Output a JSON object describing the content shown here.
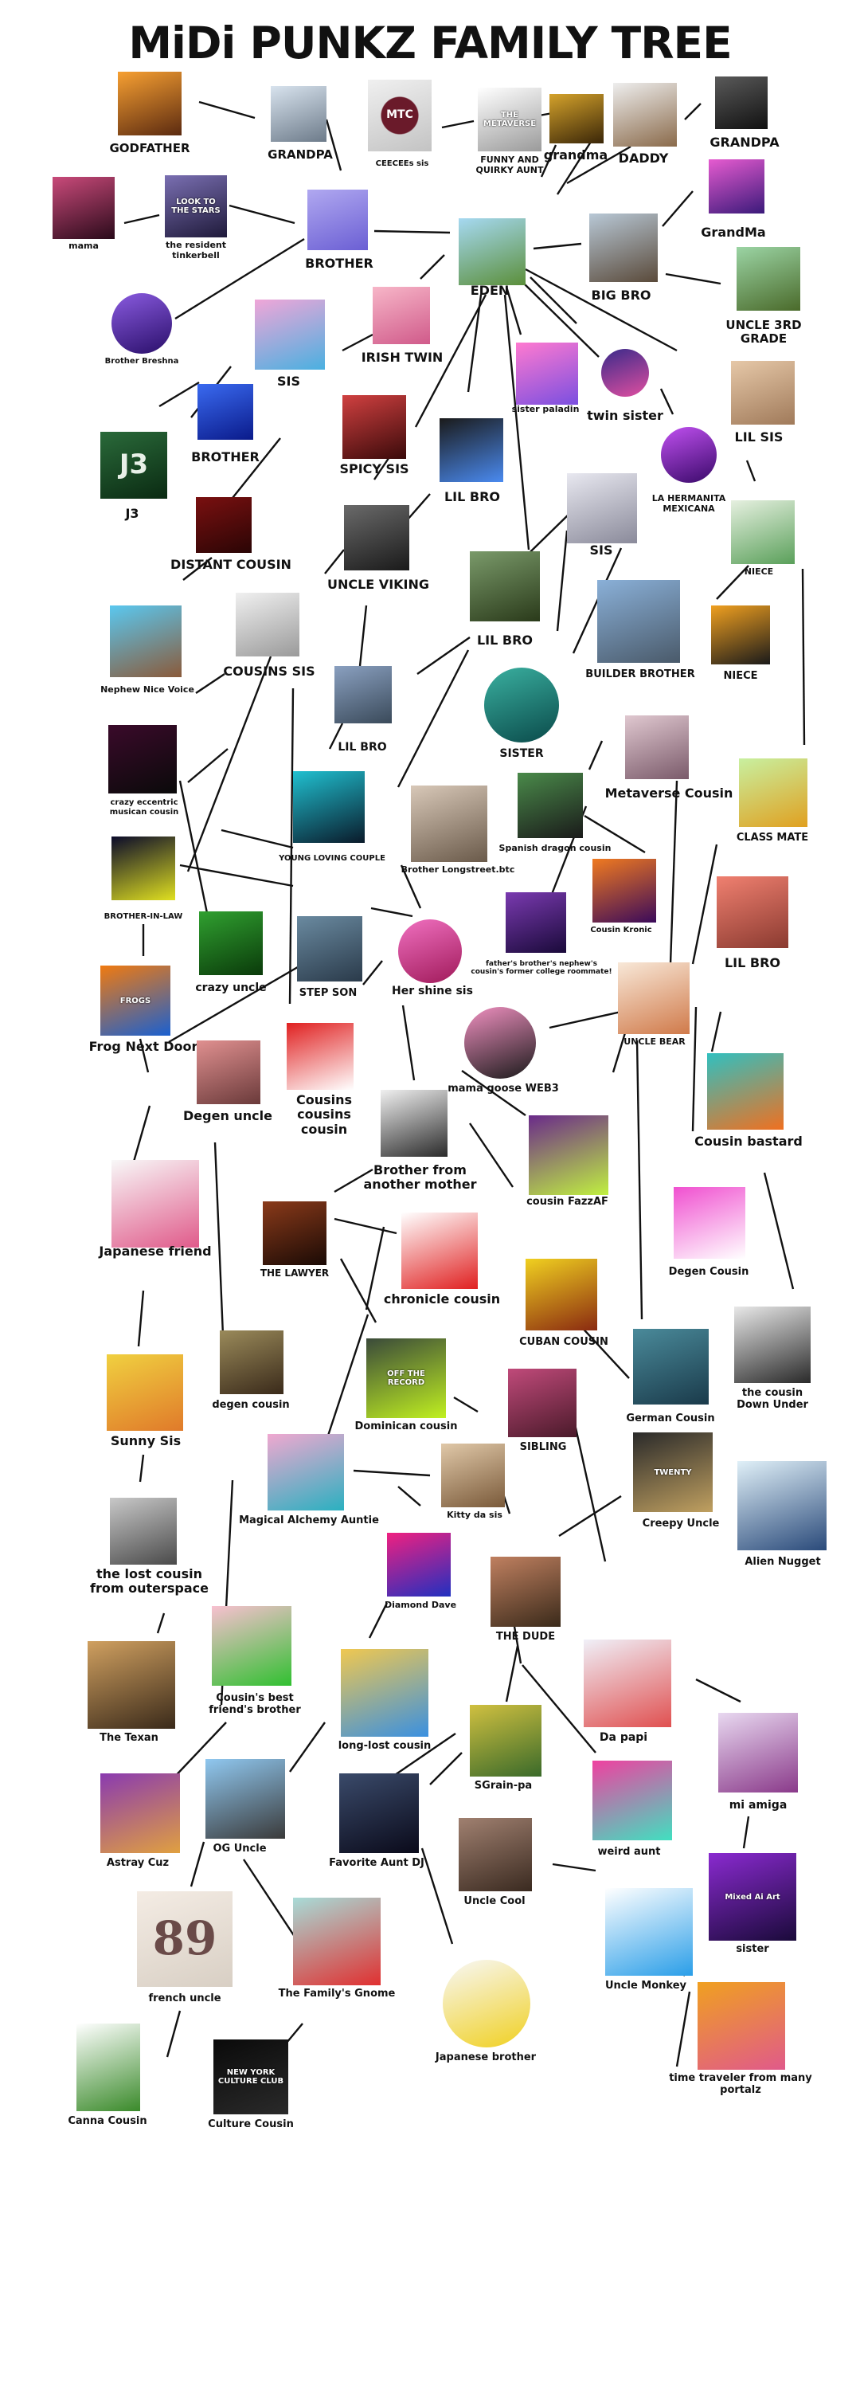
{
  "title": "MiDi PUNKZ FAMILY TREE",
  "nodes": [
    {
      "id": "godfather",
      "label": "GODFATHER",
      "c1": "#f7a032",
      "c2": "#5b2a10"
    },
    {
      "id": "grandpa1",
      "label": "GRANDPA",
      "c1": "#d8e3ee",
      "c2": "#6d7b8a"
    },
    {
      "id": "ceecees",
      "label": "CEECEEs sis",
      "c1": "#f0f0f0",
      "c2": "#c3c3c3"
    },
    {
      "id": "funny_aunt",
      "label": "FUNNY AND QUIRKY AUNT",
      "c1": "#ffffff",
      "c2": "#9a9a9a"
    },
    {
      "id": "grandma1",
      "label": "grandma",
      "c1": "#d4a22b",
      "c2": "#3a2608"
    },
    {
      "id": "daddy",
      "label": "DADDY",
      "c1": "#eeeeee",
      "c2": "#8a6a4a"
    },
    {
      "id": "grandpa2",
      "label": "GRANDPA",
      "c1": "#5a5a5a",
      "c2": "#111111"
    },
    {
      "id": "mama",
      "label": "mama",
      "c1": "#c94a7a",
      "c2": "#2a0a1a"
    },
    {
      "id": "tinkerbell",
      "label": "the resident tinkerbell",
      "c1": "#7a6fb2",
      "c2": "#1f1a3a"
    },
    {
      "id": "brother1",
      "label": "BROTHER",
      "c1": "#b0a8f0",
      "c2": "#6b5fd4"
    },
    {
      "id": "eden",
      "label": "EDEN",
      "c1": "#a6d9f2",
      "c2": "#5b8f3a"
    },
    {
      "id": "bigbro",
      "label": "BIG BRO",
      "c1": "#b8c8d6",
      "c2": "#5a4a3a"
    },
    {
      "id": "grandma2",
      "label": "GrandMa",
      "c1": "#e65bd0",
      "c2": "#3a1a7a"
    },
    {
      "id": "uncle3rd",
      "label": "UNCLE 3RD GRADE",
      "c1": "#9bd4a4",
      "c2": "#4a6a2a"
    },
    {
      "id": "breshna",
      "label": "Brother Breshna",
      "c1": "#8a5be0",
      "c2": "#2a0f6a"
    },
    {
      "id": "sis1",
      "label": "SIS",
      "c1": "#f0a6d8",
      "c2": "#4ab0e0"
    },
    {
      "id": "irishtwin",
      "label": "IRISH TWIN",
      "c1": "#f7b6c8",
      "c2": "#d05a8a"
    },
    {
      "id": "sisterpaladin",
      "label": "sister  paladin",
      "c1": "#ff7ad0",
      "c2": "#7a4fe0"
    },
    {
      "id": "twinsister",
      "label": "twin sister",
      "c1": "#3a2a8a",
      "c2": "#e04fa0"
    },
    {
      "id": "lilsis1",
      "label": "LIL SIS",
      "c1": "#e6c8a8",
      "c2": "#a07a5a"
    },
    {
      "id": "brother2",
      "label": "BROTHER",
      "c1": "#3a6af0",
      "c2": "#0a1a8a"
    },
    {
      "id": "spicysis",
      "label": "SPICY SIS",
      "c1": "#d04040",
      "c2": "#3a0a0a"
    },
    {
      "id": "lilbro1",
      "label": "LIL BRO",
      "c1": "#1a1a1a",
      "c2": "#4a8af0"
    },
    {
      "id": "hermanita",
      "label": "LA HERMANITA MEXICANA",
      "c1": "#c050f0",
      "c2": "#3a0a6a"
    },
    {
      "id": "j3",
      "label": "J3",
      "c1": "#2a6a3a",
      "c2": "#0a2a12"
    },
    {
      "id": "distantcousin",
      "label": "DISTANT COUSIN",
      "c1": "#7a1010",
      "c2": "#2a0505"
    },
    {
      "id": "uncleviking",
      "label": "UNCLE VIKING",
      "c1": "#6a6a6a",
      "c2": "#1a1a1a"
    },
    {
      "id": "sis2",
      "label": "SIS",
      "c1": "#e8e8f0",
      "c2": "#8a8a9a"
    },
    {
      "id": "niece1",
      "label": "NIECE",
      "c1": "#e6f0e0",
      "c2": "#5aa05a"
    },
    {
      "id": "nephew",
      "label": "Nephew Nice Voice",
      "c1": "#5ac8f0",
      "c2": "#8a5a3a"
    },
    {
      "id": "cousinssis",
      "label": "COUSINS SIS",
      "c1": "#f0f0f0",
      "c2": "#9a9a9a"
    },
    {
      "id": "lilbro2",
      "label": "LIL BRO",
      "c1": "#7a9a6a",
      "c2": "#2a3a1a"
    },
    {
      "id": "builderbro",
      "label": "BUILDER BROTHER",
      "c1": "#8ab0d8",
      "c2": "#4a5a6a"
    },
    {
      "id": "niece2",
      "label": "NIECE",
      "c1": "#f0a020",
      "c2": "#1a1a1a"
    },
    {
      "id": "lilbro3",
      "label": "LIL BRO",
      "c1": "#8aa0c0",
      "c2": "#3a4a5a"
    },
    {
      "id": "sister1",
      "label": "SISTER",
      "c1": "#3ab0a0",
      "c2": "#0a4a4a"
    },
    {
      "id": "eccentric",
      "label": "crazy eccentric musican cousin",
      "c1": "#3a0a2a",
      "c2": "#0a0a0a"
    },
    {
      "id": "metaverse",
      "label": "Metaverse Cousin",
      "c1": "#e0c8d0",
      "c2": "#7a5a6a"
    },
    {
      "id": "classmate",
      "label": "CLASS MATE",
      "c1": "#c8f0a0",
      "c2": "#e0a020"
    },
    {
      "id": "younglovingcouple",
      "label": "YOUNG LOVING COUPLE",
      "c1": "#20c0d0",
      "c2": "#0a1a2a"
    },
    {
      "id": "longstreet",
      "label": "Brother Longstreet.btc",
      "c1": "#d8c8b8",
      "c2": "#6a5a4a"
    },
    {
      "id": "spanishdragon",
      "label": "Spanish dragon cousin",
      "c1": "#4a8a4a",
      "c2": "#1a1a1a"
    },
    {
      "id": "cousinkronic",
      "label": "Cousin Kronic",
      "c1": "#f07a20",
      "c2": "#3a0a5a"
    },
    {
      "id": "brotherinlaw",
      "label": "BROTHER-IN-LAW",
      "c1": "#0a0a2a",
      "c2": "#e0e020"
    },
    {
      "id": "fathersbrother",
      "label": "father's brother's nephew's cousin's former college roommate!",
      "c1": "#7a3ab0",
      "c2": "#1a0a3a"
    },
    {
      "id": "lilbro4",
      "label": "LIL BRO",
      "c1": "#f08070",
      "c2": "#8a3a30"
    },
    {
      "id": "crazyuncle",
      "label": "crazy uncle",
      "c1": "#30a030",
      "c2": "#0a3a0a"
    },
    {
      "id": "stepson",
      "label": "STEP SON",
      "c1": "#6a8aa0",
      "c2": "#2a3a4a"
    },
    {
      "id": "hershinesis",
      "label": "Her shine sis",
      "c1": "#f070c0",
      "c2": "#a01a5a"
    },
    {
      "id": "unclebear",
      "label": "UNCLE BEAR",
      "c1": "#f8e8d8",
      "c2": "#d07a4a"
    },
    {
      "id": "frognextdoor",
      "label": "Frog Next Door",
      "c1": "#f07a10",
      "c2": "#1a60d0"
    },
    {
      "id": "degenuncle",
      "label": "Degen uncle",
      "c1": "#e09090",
      "c2": "#6a3a3a"
    },
    {
      "id": "cousinscousins",
      "label": "Cousins cousins cousin",
      "c1": "#e02020",
      "c2": "#ffffff"
    },
    {
      "id": "mamagoose",
      "label": "mama goose WEB3",
      "c1": "#f090c0",
      "c2": "#1a1a1a"
    },
    {
      "id": "cousinbastard",
      "label": "Cousin bastard",
      "c1": "#30c0c0",
      "c2": "#f07020"
    },
    {
      "id": "brotheranother",
      "label": "Brother from another mother",
      "c1": "#f0f0f0",
      "c2": "#2a2a2a"
    },
    {
      "id": "fazzaf",
      "label": "cousin FazzAF",
      "c1": "#6a2a8a",
      "c2": "#c0f040"
    },
    {
      "id": "japanesefriend",
      "label": "Japanese friend",
      "c1": "#f8f8f8",
      "c2": "#e05a8a"
    },
    {
      "id": "lawyer",
      "label": "THE LAWYER",
      "c1": "#8a3a1a",
      "c2": "#1a0a05"
    },
    {
      "id": "chronicle",
      "label": "chronicle cousin",
      "c1": "#ffffff",
      "c2": "#e02020"
    },
    {
      "id": "degencousin1",
      "label": "Degen Cousin",
      "c1": "#f050d0",
      "c2": "#ffffff"
    },
    {
      "id": "cubancousin",
      "label": "CUBAN COUSIN",
      "c1": "#f0d020",
      "c2": "#8a2a10"
    },
    {
      "id": "degencousin2",
      "label": "degen cousin",
      "c1": "#9a8a5a",
      "c2": "#3a2a1a"
    },
    {
      "id": "germancousin",
      "label": "German Cousin",
      "c1": "#4a8a9a",
      "c2": "#1a3a4a"
    },
    {
      "id": "cousindownunder",
      "label": "the cousin Down Under",
      "c1": "#e8e8e8",
      "c2": "#2a2a2a"
    },
    {
      "id": "sunnysis",
      "label": "Sunny Sis",
      "c1": "#f0d040",
      "c2": "#e07a2a"
    },
    {
      "id": "dominican",
      "label": "Dominican cousin",
      "c1": "#3a4a3a",
      "c2": "#c0f020"
    },
    {
      "id": "sibling",
      "label": "SIBLING",
      "c1": "#c04a7a",
      "c2": "#4a1a2a"
    },
    {
      "id": "creepyuncle",
      "label": "Creepy Uncle",
      "c1": "#2a2a2a",
      "c2": "#c0a060"
    },
    {
      "id": "aliennugget",
      "label": "Alien Nugget",
      "c1": "#e0f0f8",
      "c2": "#2a4a7a"
    },
    {
      "id": "magicalauntie",
      "label": "Magical Alchemy Auntie",
      "c1": "#f0a8d0",
      "c2": "#2ab0c0"
    },
    {
      "id": "kittydasis",
      "label": "Kitty da sis",
      "c1": "#e0c8a8",
      "c2": "#7a5a3a"
    },
    {
      "id": "lostcousin",
      "label": "the lost cousin from outerspace",
      "c1": "#c8c8c8",
      "c2": "#4a4a4a"
    },
    {
      "id": "diamonddave",
      "label": "Diamond Dave",
      "c1": "#f02080",
      "c2": "#2030c0"
    },
    {
      "id": "thedude",
      "label": "THE DUDE",
      "c1": "#c08060",
      "c2": "#3a2a1a"
    },
    {
      "id": "texan",
      "label": "The Texan",
      "c1": "#d0a060",
      "c2": "#3a2a1a"
    },
    {
      "id": "bestfriendsbro",
      "label": "Cousin's best friend's brother",
      "c1": "#f8c0d0",
      "c2": "#30c030"
    },
    {
      "id": "longlostcousin",
      "label": "long-lost cousin",
      "c1": "#f0c850",
      "c2": "#3a90e0"
    },
    {
      "id": "dapapi",
      "label": "Da papi",
      "c1": "#f0f0f8",
      "c2": "#e05050"
    },
    {
      "id": "miamiga",
      "label": "mi amiga",
      "c1": "#e8d8f0",
      "c2": "#8a3a8a"
    },
    {
      "id": "sgrainpa",
      "label": "SGrain-pa",
      "c1": "#d0c040",
      "c2": "#3a6a2a"
    },
    {
      "id": "astraycuz",
      "label": "Astray Cuz",
      "c1": "#8a3ab0",
      "c2": "#e0a040"
    },
    {
      "id": "oguncle",
      "label": "OG Uncle",
      "c1": "#90c8f0",
      "c2": "#3a3a3a"
    },
    {
      "id": "favoriteaunt",
      "label": "Favorite Aunt DJ",
      "c1": "#3a4a6a",
      "c2": "#0a0a1a"
    },
    {
      "id": "weirdaunt",
      "label": "weird aunt",
      "c1": "#f040a0",
      "c2": "#40e0c0"
    },
    {
      "id": "sister2",
      "label": "sister",
      "c1": "#8a2ad0",
      "c2": "#1a0a3a"
    },
    {
      "id": "unclecool",
      "label": "Uncle Cool",
      "c1": "#a08070",
      "c2": "#3a2a20"
    },
    {
      "id": "frenchuncle",
      "label": "french uncle",
      "c1": "#f4ece4",
      "c2": "#d8cfc4"
    },
    {
      "id": "gnome",
      "label": "The Family's Gnome",
      "c1": "#a8dcd8",
      "c2": "#e03030"
    },
    {
      "id": "unclemonkey",
      "label": "Uncle Monkey",
      "c1": "#ffffff",
      "c2": "#2a9ee8"
    },
    {
      "id": "japanesebrother",
      "label": "Japanese brother",
      "c1": "#f8f8f8",
      "c2": "#f0d020"
    },
    {
      "id": "timetraveler",
      "label": "time traveler from many portalz",
      "c1": "#f0a020",
      "c2": "#e05a8a"
    },
    {
      "id": "cannacousin",
      "label": "Canna Cousin",
      "c1": "#ffffff",
      "c2": "#3a8a2a"
    },
    {
      "id": "culturecousin",
      "label": "Culture Cousin",
      "c1": "#0a0a0a",
      "c2": "#2a2a2a"
    }
  ],
  "art_text": {
    "ceecees": "MTC",
    "funny_aunt": "THE METAVERSE",
    "tinkerbell": "LOOK TO THE STARS",
    "frenchuncle": "89",
    "creepyuncle": "TWENTY",
    "sister2": "Mixed Ai Art",
    "culturecousin": "NEW YORK CULTURE CLUB",
    "frognextdoor": "FROGS",
    "dominican": "OFF THE RECORD",
    "j3": "J3"
  }
}
